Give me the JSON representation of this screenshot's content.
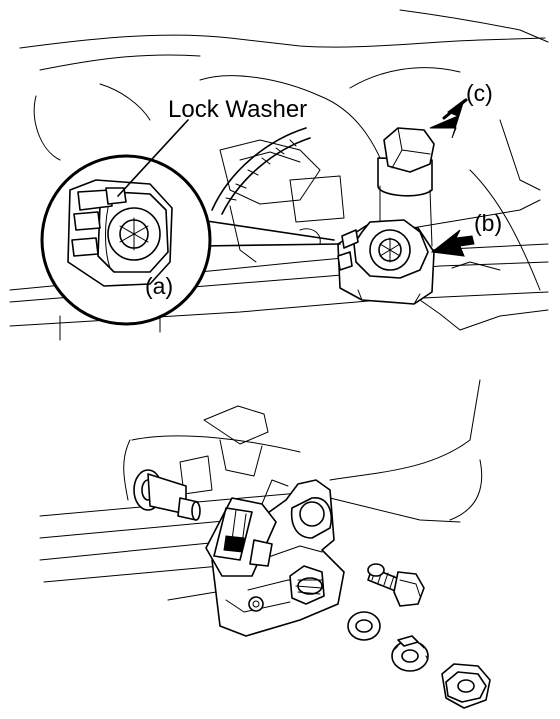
{
  "labels": {
    "lock_washer": "Lock Washer",
    "a": "(a)",
    "b": "(b)",
    "c": "(c)"
  }
}
